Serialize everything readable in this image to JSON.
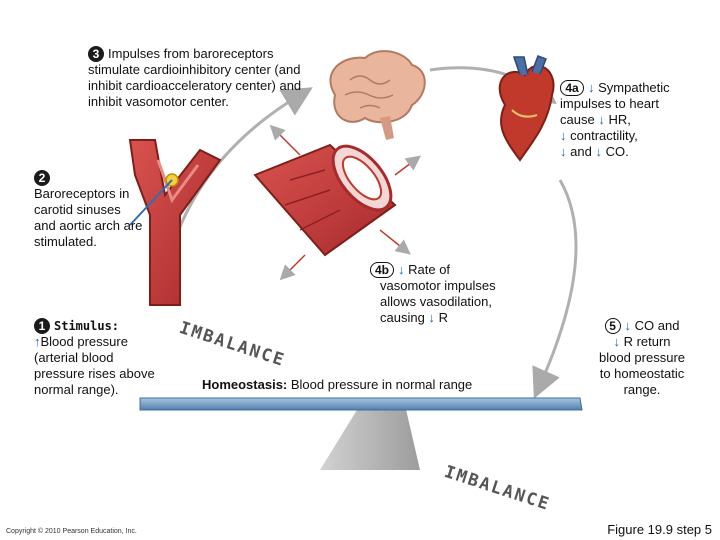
{
  "step3": {
    "number": "3",
    "text": "Impulses from baroreceptors stimulate cardioinhibitory center (and inhibit cardioacceleratory center) and inhibit vasomotor center."
  },
  "step2": {
    "number": "2",
    "text": "Baroreceptors in carotid sinuses and aortic arch are stimulated."
  },
  "step1": {
    "number": "1",
    "title": "Stimulus:",
    "arrow": "↑",
    "text": "Blood pressure (arterial blood pressure rises above normal range)."
  },
  "step4a": {
    "number": "4a",
    "line1": "Sympathetic",
    "line2": "impulses to heart",
    "line3a": "cause",
    "line3b": "HR,",
    "line4": "contractility,",
    "line5a": "and",
    "line5b": "CO.",
    "arrow": "↓"
  },
  "step4b": {
    "number": "4b",
    "line1": "Rate of",
    "line2": "vasomotor impulses",
    "line3": "allows vasodilation,",
    "line4a": "causing",
    "line4b": "R",
    "arrow": "↓"
  },
  "step5": {
    "number": "5",
    "line1": "CO and",
    "line2": "R return",
    "line3": "blood pressure",
    "line4": "to homeostatic",
    "line5": "range.",
    "arrow": "↓"
  },
  "homeostasis": {
    "label": "Homeostasis:",
    "text": "Blood pressure in normal range"
  },
  "imbalance_top": "IMBALANCE",
  "imbalance_bottom": "IMBALANCE",
  "copyright": "Copyright © 2010 Pearson Education, Inc.",
  "figure_label": "Figure 19.9 step 5",
  "colors": {
    "artery": "#c8383a",
    "artery_dark": "#8f1f22",
    "beam": "#6f9cc4",
    "fulcrum": "#b9b9b9",
    "arrow_blue": "#1a66b3",
    "brain": "#e8b8a0"
  }
}
